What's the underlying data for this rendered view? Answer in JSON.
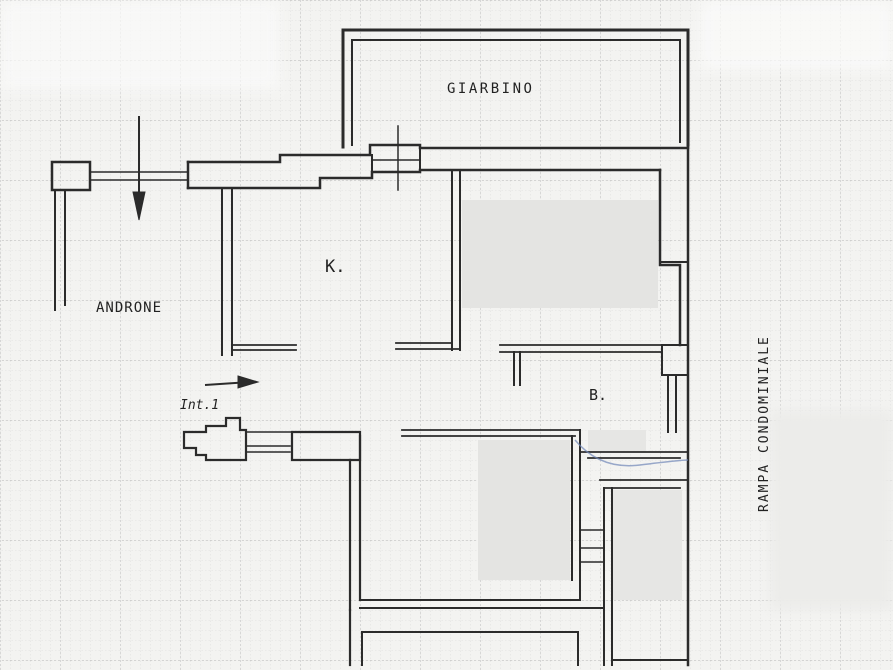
{
  "labels": {
    "giardino": "GIARBINO",
    "androne": "ANDRONE",
    "kitchen": "K.",
    "bath": "B.",
    "entrance": "Int.1",
    "ramp": "RAMPA CONDOMINIALE"
  },
  "colors": {
    "wall": "#2b2b2b",
    "grid": "#b9b9b9",
    "paper": "#f3f3f1",
    "blur": "#e6e6e4"
  }
}
